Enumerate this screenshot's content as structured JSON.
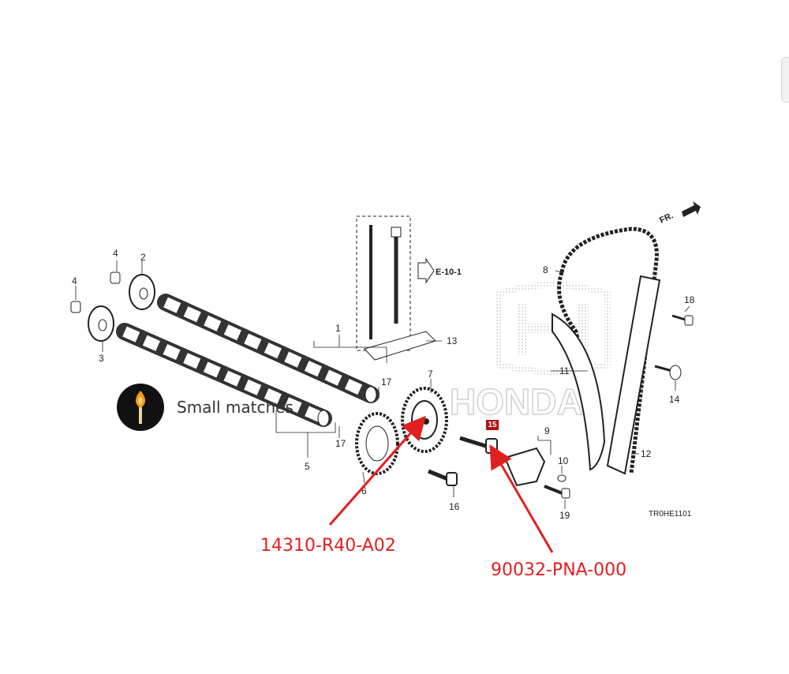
{
  "diagram": {
    "part_numbers": [
      "1",
      "2",
      "3",
      "4",
      "4",
      "5",
      "6",
      "7",
      "8",
      "9",
      "10",
      "11",
      "12",
      "13",
      "14",
      "15",
      "16",
      "17",
      "17",
      "18",
      "19"
    ],
    "reference_label": "E-10-1",
    "front_label": "FR.",
    "drawing_code": "TR0HE1101",
    "brand_watermark": "HONDA",
    "highlighted_part": "15"
  },
  "badge": {
    "text": "Small matches",
    "icon": "match-flame-icon"
  },
  "callouts": [
    {
      "text": "14310-R40-A02",
      "color": "#e02020",
      "target_part": "7"
    },
    {
      "text": "90032-PNA-000",
      "color": "#e02020",
      "target_part": "15"
    }
  ],
  "colors": {
    "callout": "#e02020",
    "highlight_box": "#b01010",
    "line": "#222222"
  }
}
